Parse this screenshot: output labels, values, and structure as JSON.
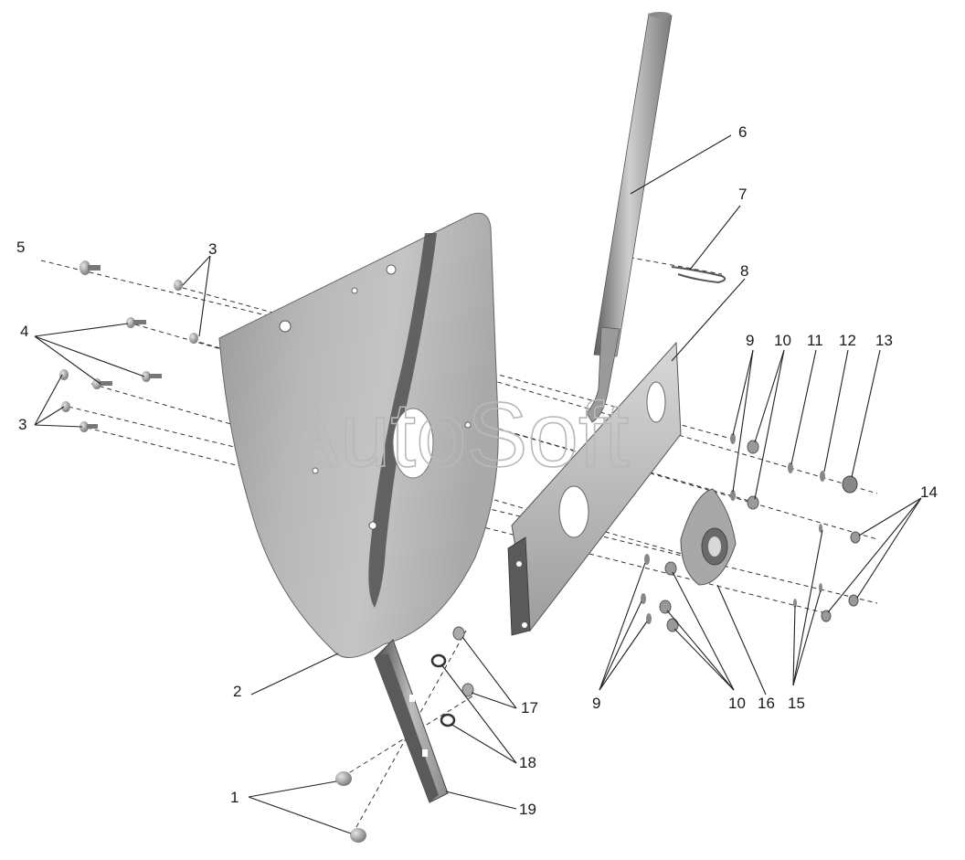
{
  "watermark": "AutoSoft",
  "callouts": {
    "c1": "1",
    "c2": "2",
    "c3a": "3",
    "c3b": "3",
    "c4": "4",
    "c5": "5",
    "c6": "6",
    "c7": "7",
    "c8": "8",
    "c9a": "9",
    "c9b": "9",
    "c10a": "10",
    "c10b": "10",
    "c11": "11",
    "c12": "12",
    "c13": "13",
    "c14": "14",
    "c15": "15",
    "c16": "16",
    "c17": "17",
    "c18": "18",
    "c19": "19"
  },
  "colors": {
    "panel": "#b4b4b4",
    "panel_shadow": "#4a4a4a",
    "metal_light": "#d2d2d2",
    "metal_dark": "#5a5a5a",
    "line": "#222222"
  }
}
